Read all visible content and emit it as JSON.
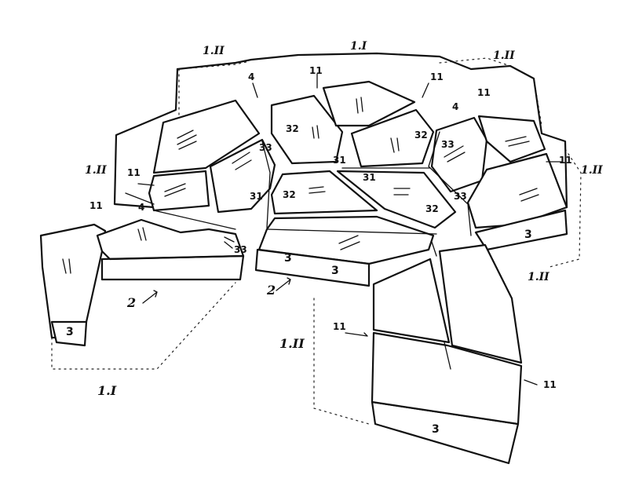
{
  "labels": {
    "zone_1i_top": "1.I",
    "zone_1ii_top": "1.II",
    "zone_1ii_topright": "1.II",
    "zone_1ii_left": "1.II",
    "zone_1ii_right": "1.II",
    "zone_1ii_bottomright": "1.II",
    "zone_1ii_lower": "1.II",
    "zone_1i_bottom": "1.I",
    "ref_2_left": "2",
    "ref_2_center": "2",
    "ref_3_left": "3",
    "ref_3_center_a": "3",
    "ref_3_center_b": "3",
    "ref_3_right": "3",
    "ref_3_bottom": "3",
    "ref_4_a": "4",
    "ref_4_b": "4",
    "ref_4_c": "4",
    "ref_11_a": "11",
    "ref_11_b": "11",
    "ref_11_c": "11",
    "ref_11_d": "11",
    "ref_11_e": "11",
    "ref_11_f": "11",
    "ref_11_g": "11",
    "ref_11_h": "11",
    "ref_31_a": "31",
    "ref_31_b": "31",
    "ref_31_c": "31",
    "ref_32_a": "32",
    "ref_32_b": "32",
    "ref_32_c": "32",
    "ref_32_d": "32",
    "ref_33_a": "33",
    "ref_33_b": "33",
    "ref_33_c": "33",
    "ref_33_d": "33"
  }
}
